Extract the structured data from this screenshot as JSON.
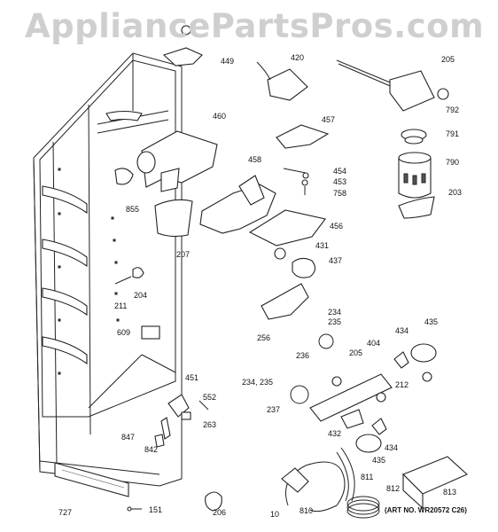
{
  "watermark": "AppliancePartsPros.com",
  "art_number": "(ART NO. WR20572 C26)",
  "labels": {
    "p449": "449",
    "p420": "420",
    "p205a": "205",
    "p460": "460",
    "p457": "457",
    "p792": "792",
    "p791": "791",
    "p790": "790",
    "p458": "458",
    "p454": "454",
    "p453": "453",
    "p758": "758",
    "p203": "203",
    "p855": "855",
    "p456": "456",
    "p207": "207",
    "p431": "431",
    "p437": "437",
    "p204": "204",
    "p211": "211",
    "p234a": "234",
    "p235a": "235",
    "p256": "256",
    "p609": "609",
    "p435a": "435",
    "p434a": "434",
    "p404": "404",
    "p205b": "205",
    "p236": "236",
    "p212": "212",
    "p451": "451",
    "p234_235": "234, 235",
    "p552": "552",
    "p237": "237",
    "p263": "263",
    "p847": "847",
    "p432": "432",
    "p434b": "434",
    "p842": "842",
    "p435b": "435",
    "p811": "811",
    "p812": "812",
    "p813": "813",
    "p727": "727",
    "p151": "151",
    "p206": "206",
    "p10": "10",
    "p810": "810"
  }
}
